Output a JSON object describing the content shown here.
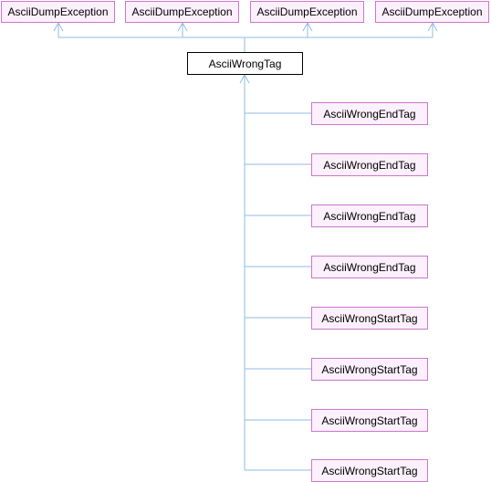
{
  "diagram": {
    "base_classes": [
      "AsciiDumpException",
      "AsciiDumpException",
      "AsciiDumpException",
      "AsciiDumpException"
    ],
    "center_class": "AsciiWrongTag",
    "derived_classes": [
      "AsciiWrongEndTag",
      "AsciiWrongEndTag",
      "AsciiWrongEndTag",
      "AsciiWrongEndTag",
      "AsciiWrongStartTag",
      "AsciiWrongStartTag",
      "AsciiWrongStartTag",
      "AsciiWrongStartTag"
    ],
    "colors": {
      "node_fill": "#fbf0fb",
      "node_border": "#cc77cc",
      "center_fill": "#ffffff",
      "center_border": "#000000",
      "edge": "#8fbbe0"
    }
  }
}
